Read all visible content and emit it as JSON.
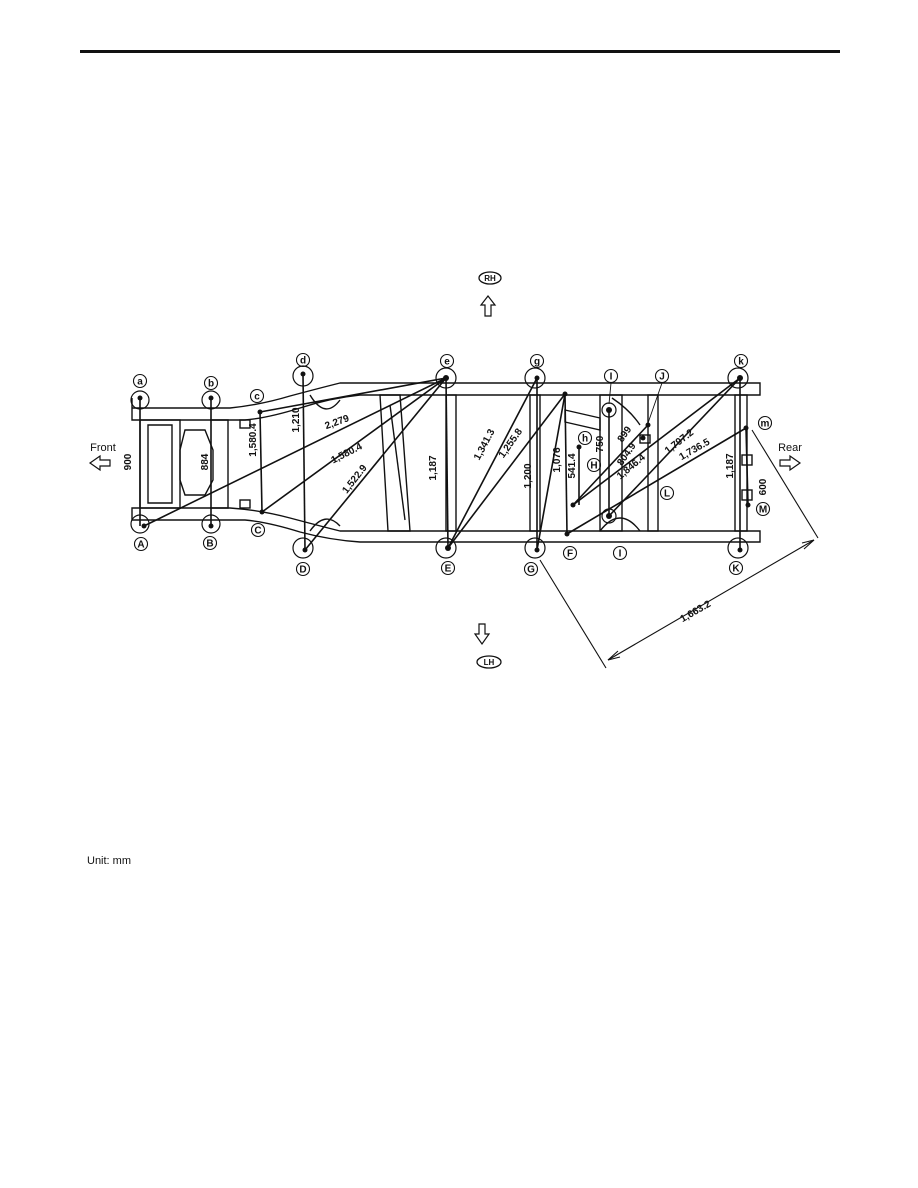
{
  "unit_note": "Unit: mm",
  "direction_labels": {
    "front": "Front",
    "rear": "Rear",
    "rh": "RH",
    "lh": "LH"
  },
  "points_upper": [
    {
      "id": "a",
      "label": "a"
    },
    {
      "id": "b",
      "label": "b"
    },
    {
      "id": "c",
      "label": "c"
    },
    {
      "id": "d",
      "label": "d"
    },
    {
      "id": "e",
      "label": "e"
    },
    {
      "id": "g",
      "label": "g"
    },
    {
      "id": "h",
      "label": "h"
    },
    {
      "id": "i",
      "label": "I"
    },
    {
      "id": "j",
      "label": "J"
    },
    {
      "id": "k",
      "label": "k"
    },
    {
      "id": "m",
      "label": "m"
    }
  ],
  "points_lower": [
    {
      "id": "A",
      "label": "A"
    },
    {
      "id": "B",
      "label": "B"
    },
    {
      "id": "C",
      "label": "C"
    },
    {
      "id": "D",
      "label": "D"
    },
    {
      "id": "E",
      "label": "E"
    },
    {
      "id": "F",
      "label": "F"
    },
    {
      "id": "G",
      "label": "G"
    },
    {
      "id": "H",
      "label": "H"
    },
    {
      "id": "I",
      "label": "I"
    },
    {
      "id": "K",
      "label": "K"
    },
    {
      "id": "L",
      "label": "L"
    },
    {
      "id": "M",
      "label": "M"
    }
  ],
  "dimensions": [
    {
      "id": "d-aA",
      "value": "900"
    },
    {
      "id": "d-bB",
      "value": "884"
    },
    {
      "id": "d-cC",
      "value": "1,580.4"
    },
    {
      "id": "d-dD",
      "value": "1,210"
    },
    {
      "id": "d-c-e",
      "value": "2,279"
    },
    {
      "id": "d-A-e",
      "value": "1,580.4"
    },
    {
      "id": "d-D-e",
      "value": "1,522.9"
    },
    {
      "id": "d-eE",
      "value": "1,187"
    },
    {
      "id": "d-E-g",
      "value": "1,341.3"
    },
    {
      "id": "d-E-f",
      "value": "1,255.8"
    },
    {
      "id": "d-gG",
      "value": "1,200"
    },
    {
      "id": "d-fF",
      "value": "1,076"
    },
    {
      "id": "d-541",
      "value": "541.4"
    },
    {
      "id": "d-750",
      "value": "750"
    },
    {
      "id": "d-899",
      "value": "899"
    },
    {
      "id": "d-804",
      "value": "804.9"
    },
    {
      "id": "d-1797",
      "value": "1,797.2"
    },
    {
      "id": "d-1846",
      "value": "1,846.4"
    },
    {
      "id": "d-1736",
      "value": "1,736.5"
    },
    {
      "id": "d-kK",
      "value": "1,187"
    },
    {
      "id": "d-mM",
      "value": "600"
    },
    {
      "id": "d-1663",
      "value": "1,663.2"
    }
  ]
}
